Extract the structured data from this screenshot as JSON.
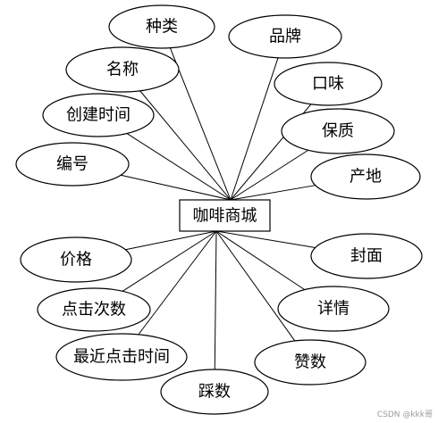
{
  "entity": {
    "label": "咖啡商城"
  },
  "attributes": [
    {
      "id": "kind",
      "label": "种类"
    },
    {
      "id": "brand",
      "label": "品牌"
    },
    {
      "id": "name",
      "label": "名称"
    },
    {
      "id": "flavor",
      "label": "口味"
    },
    {
      "id": "create-time",
      "label": "创建时间"
    },
    {
      "id": "shelf-life",
      "label": "保质"
    },
    {
      "id": "code",
      "label": "编号"
    },
    {
      "id": "origin",
      "label": "产地"
    },
    {
      "id": "price",
      "label": "价格"
    },
    {
      "id": "cover",
      "label": "封面"
    },
    {
      "id": "click-count",
      "label": "点击次数"
    },
    {
      "id": "detail",
      "label": "详情"
    },
    {
      "id": "last-click-time",
      "label": "最近点击时间"
    },
    {
      "id": "like-count",
      "label": "赞数"
    },
    {
      "id": "dislike-count",
      "label": "踩数"
    }
  ],
  "watermark": "CSDN @kkk哥"
}
